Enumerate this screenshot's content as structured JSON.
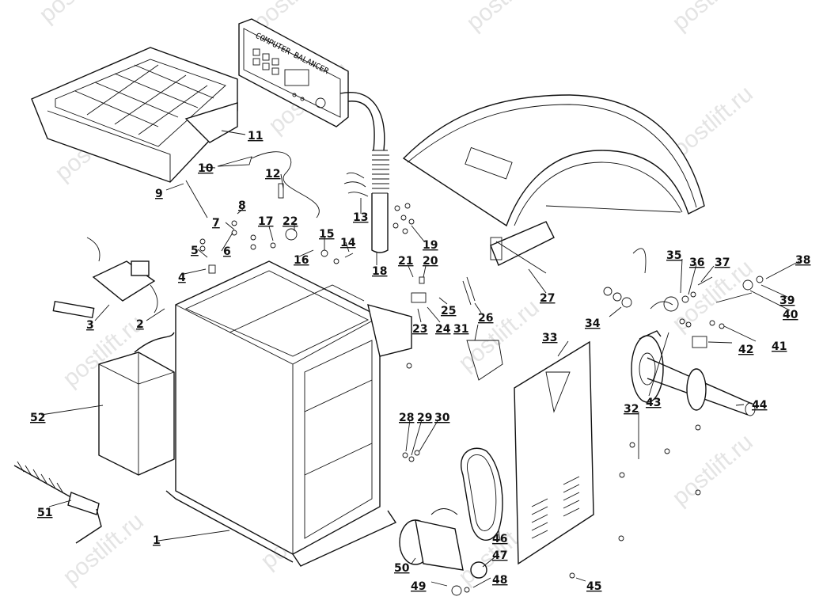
{
  "panel_text": "COMPUTER BALANCER",
  "watermark": "postlift.ru",
  "labels": [
    "1",
    "2",
    "3",
    "4",
    "5",
    "6",
    "7",
    "8",
    "9",
    "10",
    "11",
    "12",
    "13",
    "14",
    "15",
    "16",
    "17",
    "18",
    "19",
    "20",
    "21",
    "22",
    "23",
    "24",
    "25",
    "26",
    "27",
    "28",
    "29",
    "30",
    "31",
    "32",
    "33",
    "34",
    "35",
    "36",
    "37",
    "38",
    "39",
    "40",
    "41",
    "42",
    "43",
    "44",
    "45",
    "46",
    "47",
    "48",
    "49",
    "50",
    "51",
    "52"
  ]
}
